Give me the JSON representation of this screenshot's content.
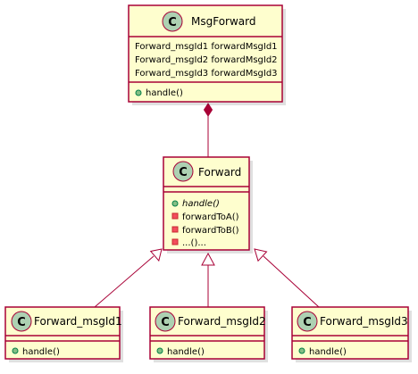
{
  "classes": {
    "msgforward": {
      "letter": "C",
      "name": "MsgForward",
      "fields": [
        "Forward_msgId1 forwardMsgId1",
        "Forward_msgId2 forwardMsgId2",
        "Forward_msgId3 forwardMsgId3"
      ],
      "methods": [
        "handle()"
      ]
    },
    "forward": {
      "letter": "C",
      "name": "Forward",
      "methods": [
        "handle()",
        "forwardToA()",
        "forwardToB()",
        "...()..."
      ]
    },
    "forward_msgid1": {
      "letter": "C",
      "name": "Forward_msgId1",
      "methods": [
        "handle()"
      ]
    },
    "forward_msgid2": {
      "letter": "C",
      "name": "Forward_msgId2",
      "methods": [
        "handle()"
      ]
    },
    "forward_msgid3": {
      "letter": "C",
      "name": "Forward_msgId3",
      "methods": [
        "handle()"
      ]
    }
  },
  "colors": {
    "class_fill": "#FEFECE",
    "border": "#A80036",
    "class_circle": "#ADD1B2",
    "public_method": "#84BE84",
    "private_method": "#F24D5C"
  }
}
